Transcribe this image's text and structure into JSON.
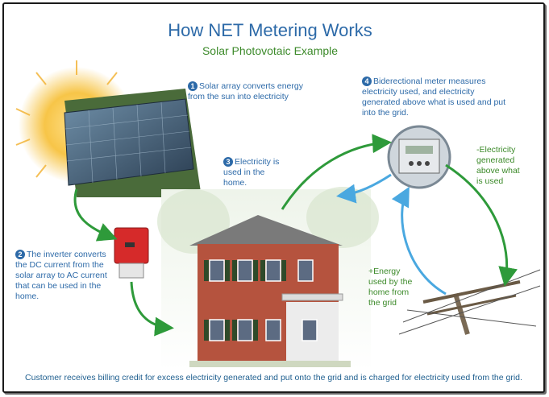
{
  "title": "How NET Metering Works",
  "subtitle": "Solar Photovotaic Example",
  "steps": [
    {
      "num": "1",
      "text": "Solar array converts energy from the sun into electricity"
    },
    {
      "num": "2",
      "text": "The inverter converts the DC current from the solar array to AC current that can be used in the home."
    },
    {
      "num": "3",
      "text": "Electricity is used in the home."
    },
    {
      "num": "4",
      "text": "Biderectional meter measures electricity used, and electricity generated above what is used and put into the grid."
    }
  ],
  "labels": {
    "generated": "-Electricity generated above what is used",
    "energy_used": "+Energy used by the home from the grid"
  },
  "footer": "Customer receives billing credit for excess electricity generated and put onto the grid and is charged for electricity used from the grid.",
  "colors": {
    "blue": "#2d6aa8",
    "green": "#3c8a2a",
    "arrow_green": "#2e9a3a",
    "arrow_blue": "#4aa8e0"
  }
}
